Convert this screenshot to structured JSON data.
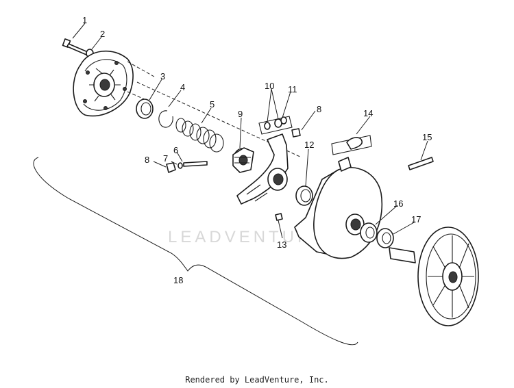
{
  "callouts": [
    "1",
    "2",
    "3",
    "4",
    "5",
    "6",
    "7",
    "8",
    "9",
    "10",
    "11",
    "8",
    "12",
    "13",
    "14",
    "15",
    "16",
    "17",
    "18"
  ],
  "watermark": "LEADVENTURE",
  "footer": "Rendered by LeadVenture, Inc."
}
